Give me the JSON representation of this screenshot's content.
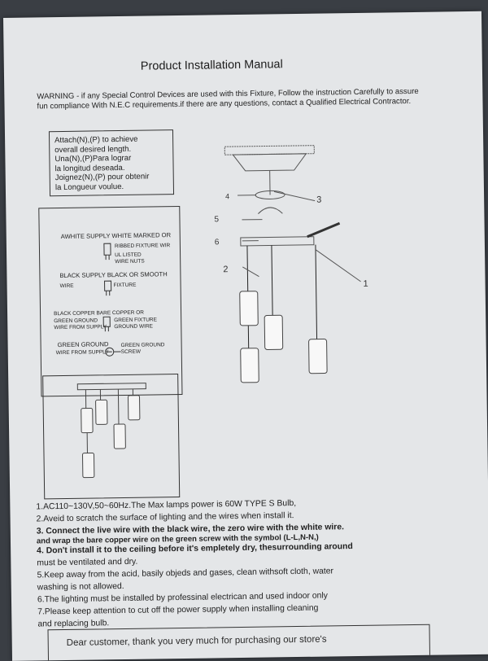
{
  "title": "Product Installation Manual",
  "warning": "WARNING - if any Special Control Devices are used with this Fixture, Follow the instruction Carefully to assure fun compliance With N.E.C requirements.if there are any questions, contact a Qualified Electrical Contractor.",
  "attach_box": {
    "lines": [
      "Attach(N),(P) to achieve",
      "overall desired length.",
      "Una(N),(P)Para lograr",
      "la longitud deseada.",
      "Joignez(N),(P) pour obtenir",
      "la Longueur voulue."
    ]
  },
  "wiring_box": {
    "white_title": "AWHITE SUPPLY WHITE MARKED OR",
    "white_right": "RIBBED FIXTURE WIR",
    "white_nut1": "UL LISTED",
    "white_nut2": "WIRE NUTS",
    "black_title": "BLACK SUPPLY BLACK OR SMOOTH",
    "black_left": "WIRE",
    "black_right": "FIXTURE",
    "copper_title": "BLACK COPPER BARE COPPER OR",
    "copper_l1": "GREEN GROUND",
    "copper_l2": "WIRE FROM SUPPLY",
    "copper_r1": "GREEN FIXTURE",
    "copper_r2": "GROUND WIRE",
    "green_title": "GREEN GROUND",
    "green_l": "WIRE FROM SUPPLY",
    "green_r1": "GREEN GROUND",
    "green_r2": "SCREW"
  },
  "diagram_labels": {
    "n1": "1",
    "n2": "2",
    "n3": "3",
    "n4": "4",
    "n5": "5",
    "n6": "6"
  },
  "instructions": {
    "l1": "1.AC110~130V,50~60Hz.The Max lamps power is 60W TYPE S Bulb,",
    "l2": "2.Aveid to scratch the surface of lighting and the wires when install it.",
    "l3": "3. Connect the live wire with the black wire, the zero wire with the white wire.",
    "l3b": "and wrap the bare copper wire on the green screw with the symbol (L-L,N-N,)",
    "l4": "4. Don't install it to the ceiling before it's empletely dry, thesurrounding around",
    "l4b": "must be ventilated and dry.",
    "l5": "5.Keep away from the acid, basily objeds and gases, clean withsoft cloth, water",
    "l5b": "washing is not allowed.",
    "l6": "6.The lighting must be installed by professinal electrican and used indoor only",
    "l7": "7.Please keep attention to cut off the power supply when installing cleaning",
    "l7b": "and replacing bulb."
  },
  "dear": "Dear customer, thank you very much for purchasing our store's"
}
